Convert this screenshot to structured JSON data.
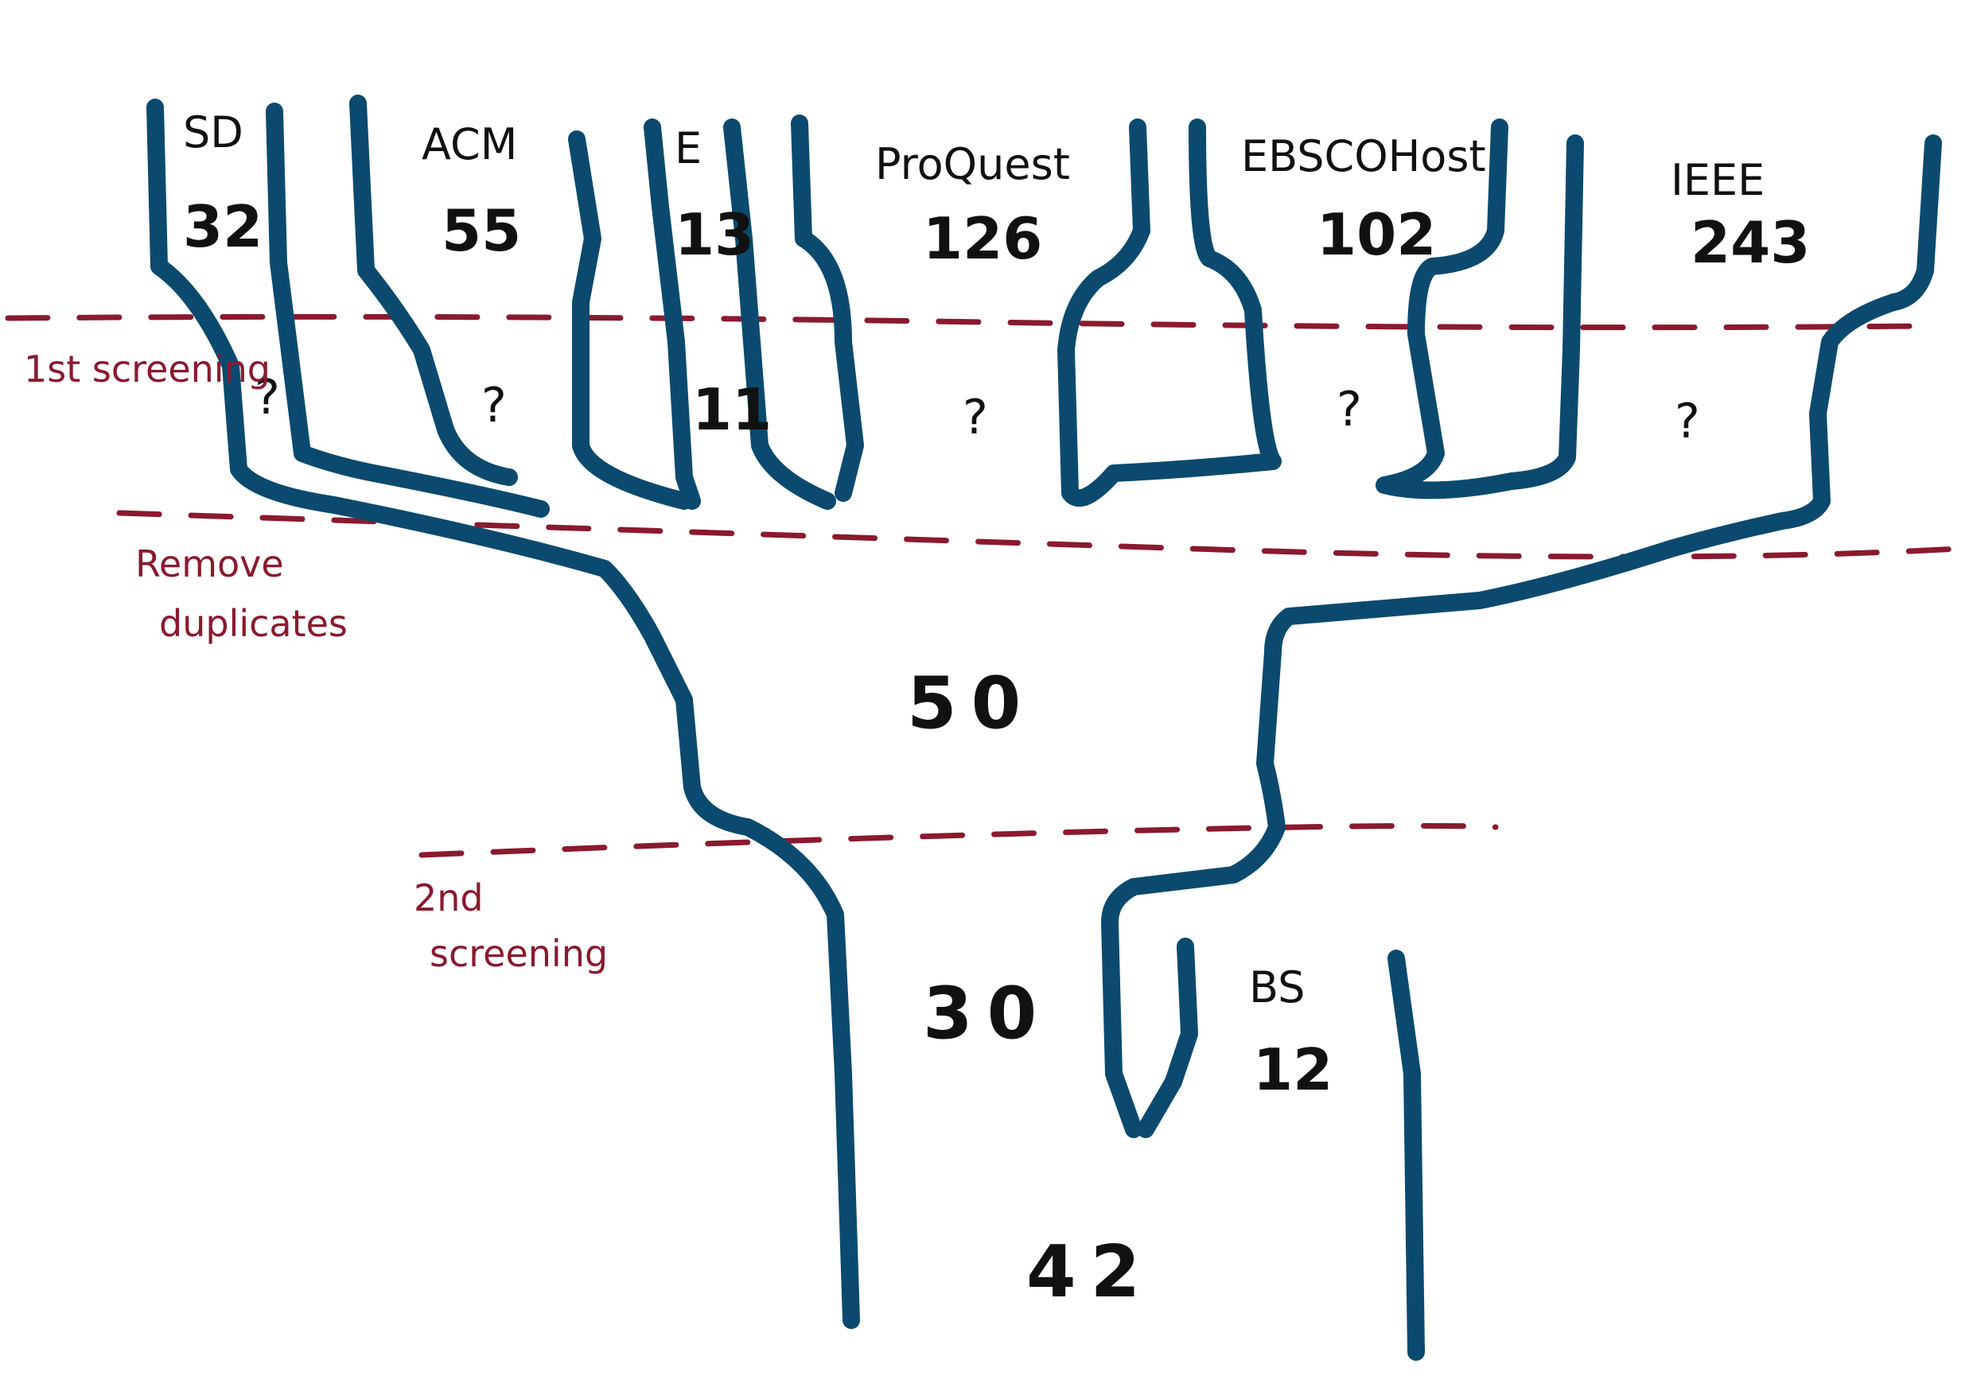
{
  "sources": [
    {
      "name": "SD",
      "count": "32",
      "after_first_screening": "?"
    },
    {
      "name": "ACM",
      "count": "55",
      "after_first_screening": "?"
    },
    {
      "name": "E",
      "count": "13",
      "after_first_screening": "11"
    },
    {
      "name": "ProQuest",
      "count": "126",
      "after_first_screening": "?"
    },
    {
      "name": "EBSCOHost",
      "count": "102",
      "after_first_screening": "?"
    },
    {
      "name": "IEEE",
      "count": "243",
      "after_first_screening": "?"
    }
  ],
  "stages": {
    "first_screening": "1st screening",
    "remove_duplicates_line1": "Remove",
    "remove_duplicates_line2": "duplicates",
    "second_screening_line1": "2nd",
    "second_screening_line2": "screening"
  },
  "results": {
    "after_duplicates": "50",
    "after_second_screening": "30",
    "final": "42"
  },
  "extra_source": {
    "name": "BS",
    "count": "12"
  },
  "colors": {
    "pipe": "#0b4a6e",
    "stage": "#8a1a2f",
    "text": "#111111"
  }
}
